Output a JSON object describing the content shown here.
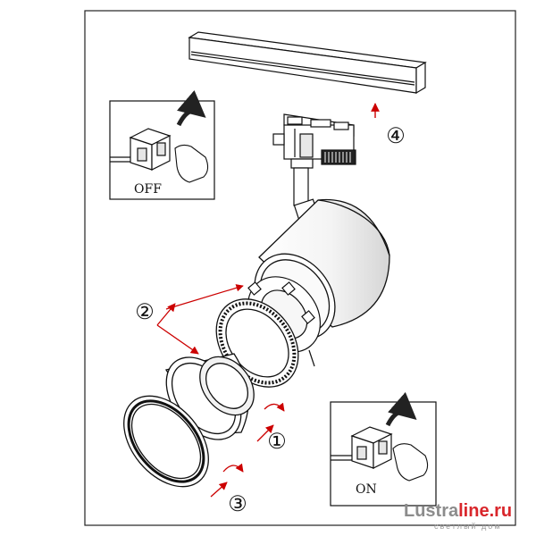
{
  "diagram": {
    "steps": [
      {
        "number": "①"
      },
      {
        "number": "②"
      },
      {
        "number": "③"
      },
      {
        "number": "④"
      }
    ],
    "switch_off": {
      "label": "OFF"
    },
    "switch_on": {
      "label": "ON"
    }
  },
  "watermark": {
    "brand_part1": "Lustra",
    "brand_part2": "line.ru",
    "tagline": "светлый дом"
  },
  "colors": {
    "line": "#111111",
    "arrow": "#cc0000",
    "brand_gray": "#8c8c8c",
    "brand_red": "#d9262b"
  }
}
